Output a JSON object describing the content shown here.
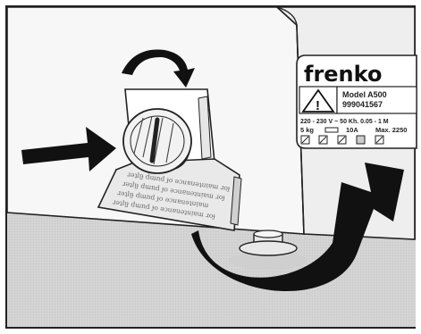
{
  "rating_plate": {
    "brand": "frenko",
    "model": "Model A500",
    "serial": "999041567",
    "electrical": "220 - 230 V ~ 50 Kh. 0.05 - 1 M",
    "capacity": "5 kg",
    "current": "10A",
    "power": "Max. 2250"
  },
  "flap_text": [
    "ɹǝʇlᴉɟ dɯnd ɟo ǝɔuɐuǝʇuᴉɐɯ ɹoɟ",
    "ɹǝʇlᴉɟ dɯnd ɟo ǝɔuɐuǝʇuᴉɐɯ ɹoɟ",
    "ɹǝʇlᴉɟ dɯnd ɟo ǝɔuɐuǝʇuᴉɐɯ",
    "ɹǝʇlᴉɟ dɯnd ɟo ǝɔuɐuǝʇuᴉɐɯ ɹoɟ"
  ],
  "icons": [
    "warning-triangle-icon",
    "rotate-arrow-icon",
    "push-arrow-icon",
    "curved-pointer-arrow-icon"
  ]
}
